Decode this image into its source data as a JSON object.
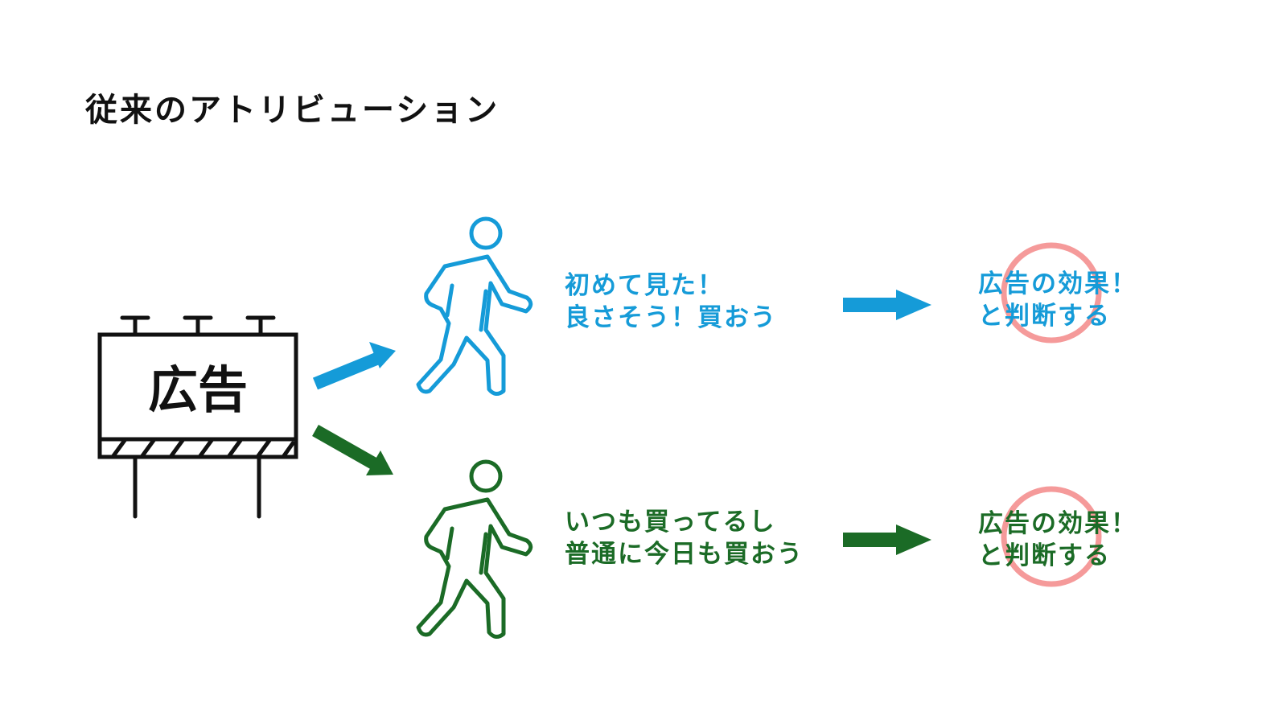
{
  "title": "従来のアトリビューション",
  "billboard": {
    "label": "広告"
  },
  "colors": {
    "blue": "#159bd8",
    "green": "#1b6b26",
    "circle": "#f59a9a",
    "dark": "#111111"
  },
  "paths": [
    {
      "id": "new",
      "color_key": "blue",
      "person_icon": "walking-person-icon",
      "quote_lines": [
        "初めて見た！",
        "良さそう！買おう"
      ],
      "verdict_lines": [
        "広告の効果！",
        "と判断する"
      ]
    },
    {
      "id": "repeat",
      "color_key": "green",
      "person_icon": "walking-person-icon",
      "quote_lines": [
        "いつも買ってるし",
        "普通に今日も買おう"
      ],
      "verdict_lines": [
        "広告の効果！",
        "と判断する"
      ]
    }
  ]
}
